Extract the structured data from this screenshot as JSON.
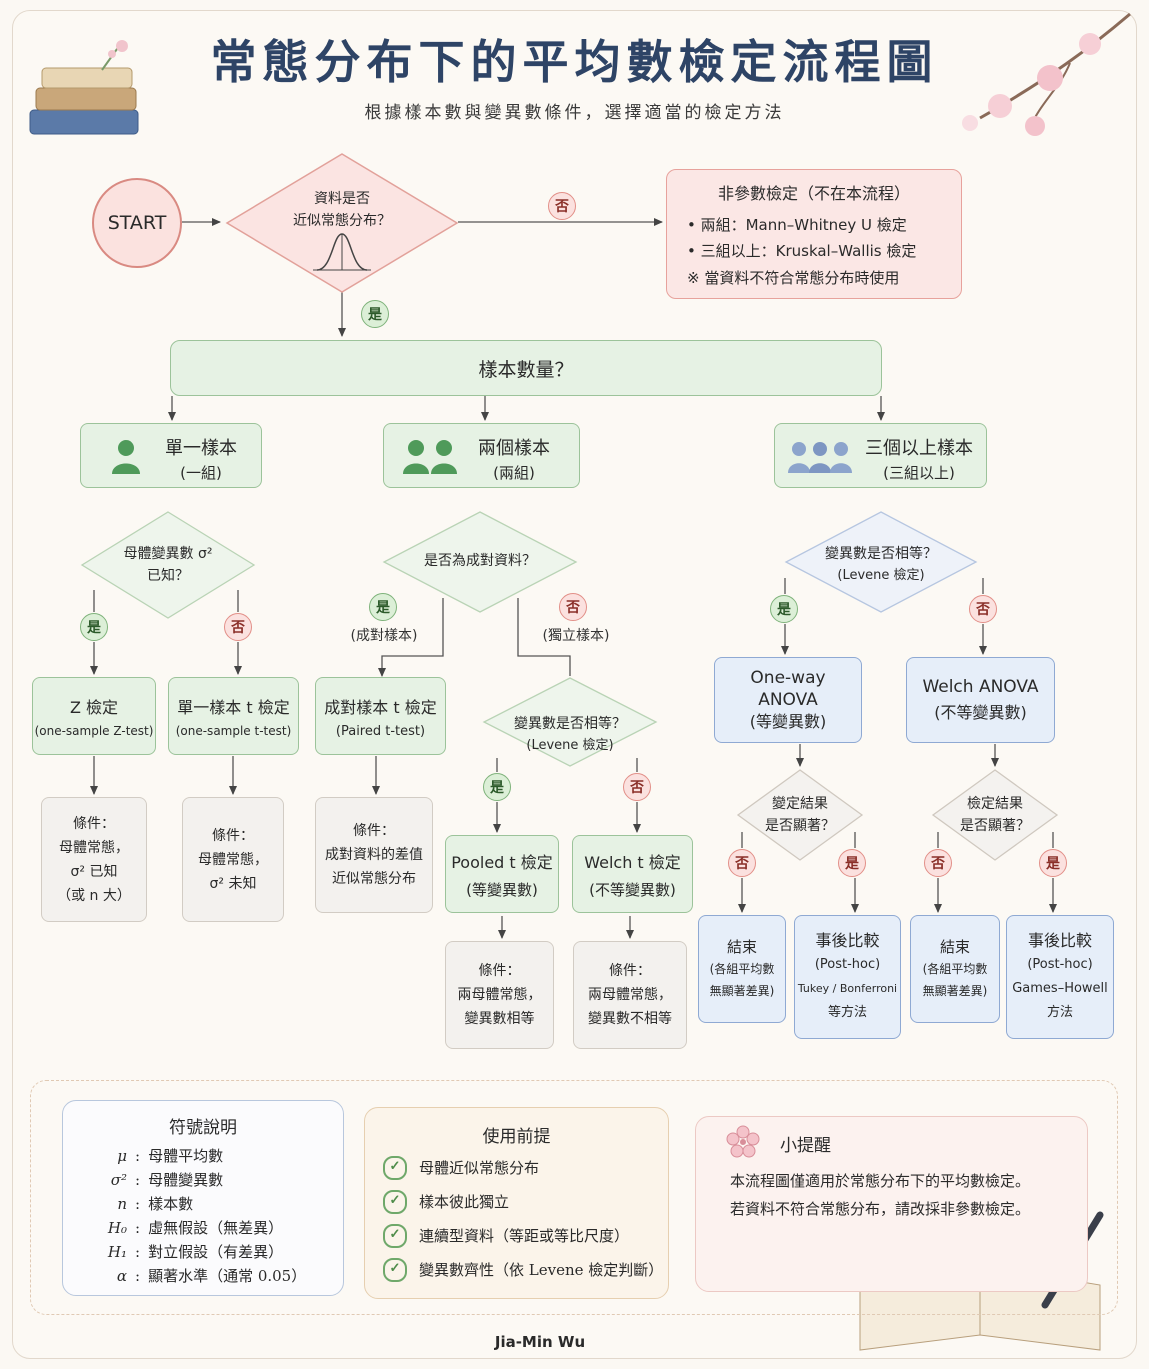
{
  "header": {
    "title": "常態分布下的平均數檢定流程圖",
    "subtitle": "根據樣本數與變異數條件，選擇適當的檢定方法"
  },
  "start": "START",
  "normal_q": {
    "line1": "資料是否",
    "line2": "近似常態分布？"
  },
  "yes": "是",
  "no": "否",
  "nonparam": {
    "title": "非參數檢定（不在本流程）",
    "item1": "• 兩組：Mann–Whitney U 檢定",
    "item2": "• 三組以上：Kruskal–Wallis 檢定",
    "note": "※ 當資料不符合常態分布時使用"
  },
  "sample_q": "樣本數量？",
  "single": {
    "title": "單一樣本",
    "sub": "(一組)"
  },
  "two": {
    "title": "兩個樣本",
    "sub": "(兩組)"
  },
  "three": {
    "title": "三個以上樣本",
    "sub": "(三組以上)"
  },
  "var_known_q": {
    "line1": "母體變異數 σ²",
    "line2": "已知？"
  },
  "paired_q": "是否為成對資料？",
  "paired_lbl": "(成對樣本)",
  "indep_lbl": "(獨立樣本)",
  "levene_q": {
    "line1": "變異數是否相等？",
    "line2": "(Levene 檢定)"
  },
  "ztest": {
    "title": "Z 檢定",
    "sub": "(one-sample Z-test)"
  },
  "ttest1": {
    "title": "單一樣本 t 檢定",
    "sub": "(one-sample t-test)"
  },
  "paired_t": {
    "title": "成對樣本 t 檢定",
    "sub": "(Paired t-test)"
  },
  "pooled": {
    "title": "Pooled t 檢定",
    "sub": "(等變異數)"
  },
  "welch_t": {
    "title": "Welch t 檢定",
    "sub": "(不等變異數)"
  },
  "oneway": {
    "l1": "One-way",
    "l2": "ANOVA",
    "l3": "(等變異數)"
  },
  "welch_anova": {
    "l1": "Welch ANOVA",
    "l2": "(不等變異數)"
  },
  "cond_label": "條件：",
  "cond_z": {
    "l1": "母體常態，",
    "l2": "σ² 已知",
    "l3": "（或 n 大）"
  },
  "cond_t1": {
    "l1": "母體常態，",
    "l2": "σ² 未知"
  },
  "cond_paired": {
    "l1": "成對資料的差值",
    "l2": "近似常態分布"
  },
  "cond_pooled": {
    "l1": "兩母體常態，",
    "l2": "變異數相等"
  },
  "cond_welch": {
    "l1": "兩母體常態，",
    "l2": "變異數不相等"
  },
  "sig_q1": {
    "line1": "變定結果",
    "line2": "是否顯著？"
  },
  "sig_q2": {
    "line1": "檢定結果",
    "line2": "是否顯著？"
  },
  "end": {
    "title": "結束",
    "l1": "(各組平均數",
    "l2": "無顯著差異)"
  },
  "posthoc1": {
    "title": "事後比較",
    "sub": "(Post-hoc)",
    "l1": "Tukey / Bonferroni",
    "l2": "等方法"
  },
  "posthoc2": {
    "title": "事後比較",
    "sub": "(Post-hoc)",
    "l1": "Games–Howell",
    "l2": "方法"
  },
  "legend": {
    "title": "符號說明",
    "rows": [
      {
        "sym": "μ",
        "desc": "母體平均數"
      },
      {
        "sym": "σ²",
        "desc": "母體變異數"
      },
      {
        "sym": "n",
        "desc": "樣本數"
      },
      {
        "sym": "H₀",
        "desc": "虛無假設（無差異）"
      },
      {
        "sym": "H₁",
        "desc": "對立假設（有差異）"
      },
      {
        "sym": "α",
        "desc": "顯著水準（通常 0.05）"
      }
    ]
  },
  "premise": {
    "title": "使用前提",
    "items": [
      "母體近似常態分布",
      "樣本彼此獨立",
      "連續型資料（等距或等比尺度）",
      "變異數齊性（依 Levene 檢定判斷）"
    ]
  },
  "tip": {
    "title": "小提醒",
    "l1": "本流程圖僅適用於常態分布下的平均數檢定。",
    "l2": "若資料不符合常態分布，請改採非參數檢定。"
  },
  "author": "Jia-Min Wu",
  "colors": {
    "title": "#2e4466",
    "green": "#9cc39a",
    "blue": "#8fa9d3",
    "red": "#e7a29c"
  }
}
